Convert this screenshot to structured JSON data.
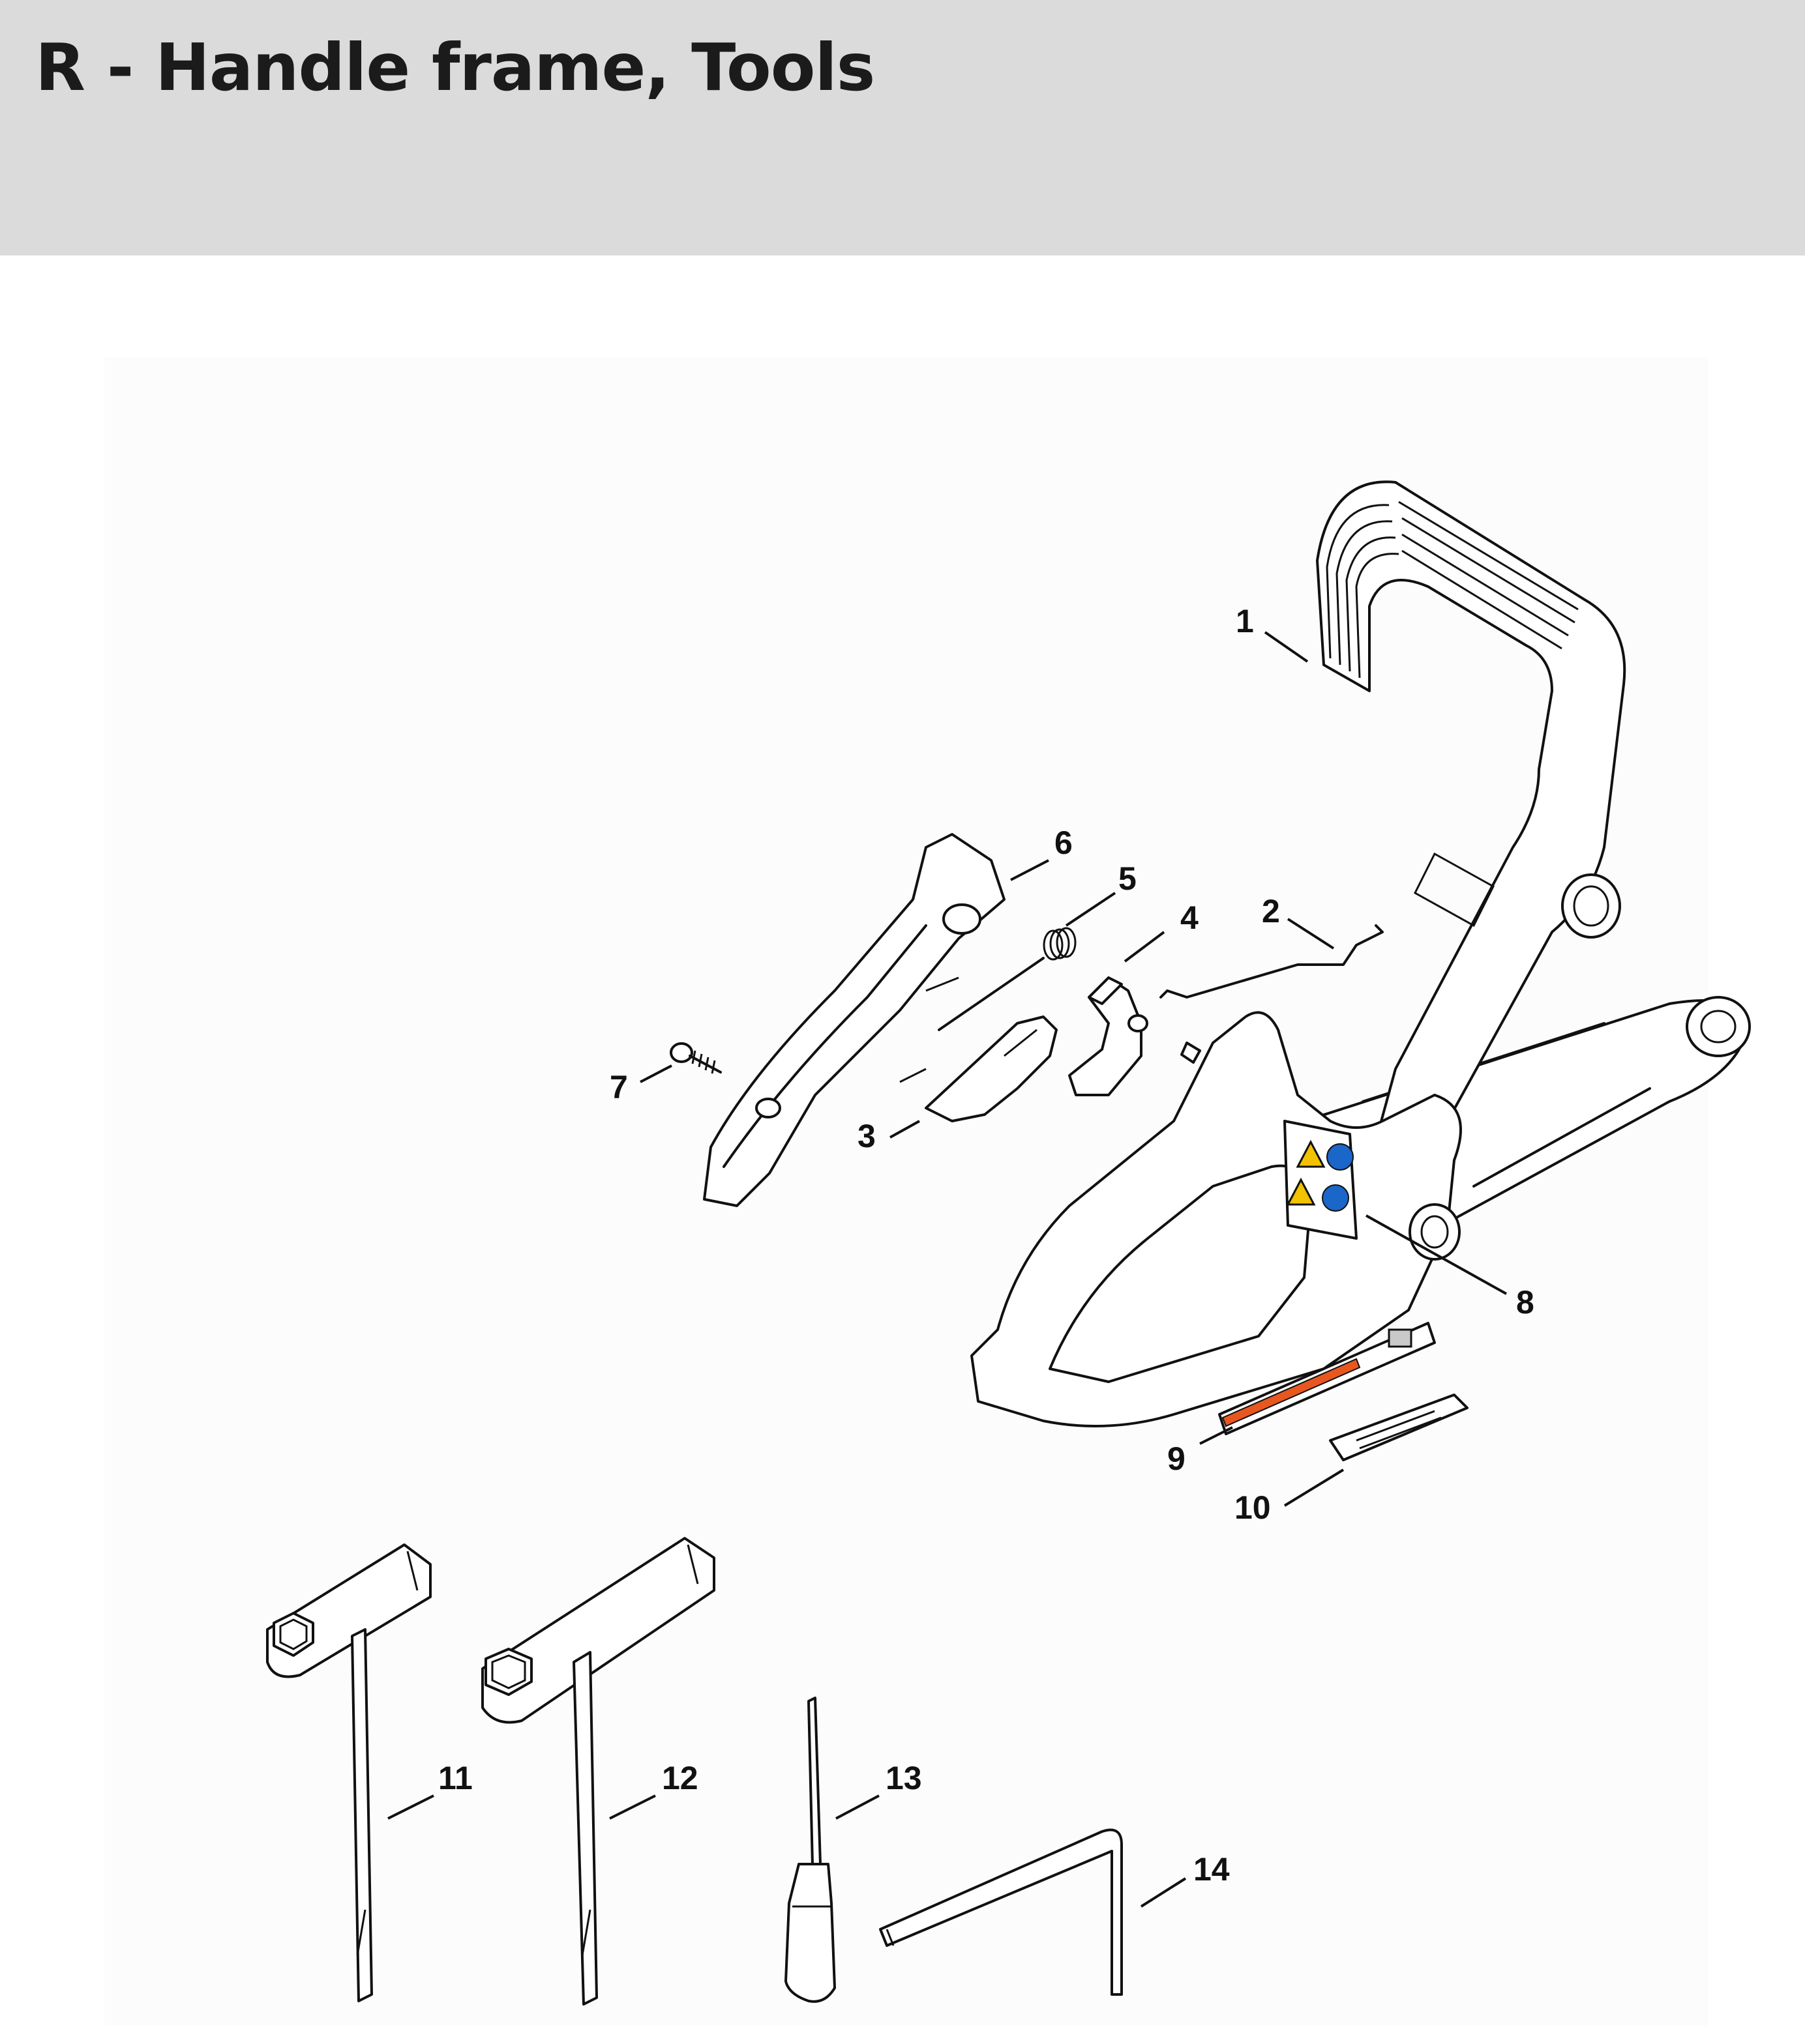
{
  "header": {
    "title": "R - Handle frame, Tools"
  },
  "diagram": {
    "callouts": {
      "c1": "1",
      "c2": "2",
      "c3": "3",
      "c4": "4",
      "c5": "5",
      "c6": "6",
      "c7": "7",
      "c8": "8",
      "c9": "9",
      "c10": "10",
      "c11": "11",
      "c12": "12",
      "c13": "13",
      "c14": "14"
    },
    "label_colors": {
      "warning": "#f2c200",
      "mandatory": "#1a66c9",
      "stripe": "#e8571f"
    }
  }
}
